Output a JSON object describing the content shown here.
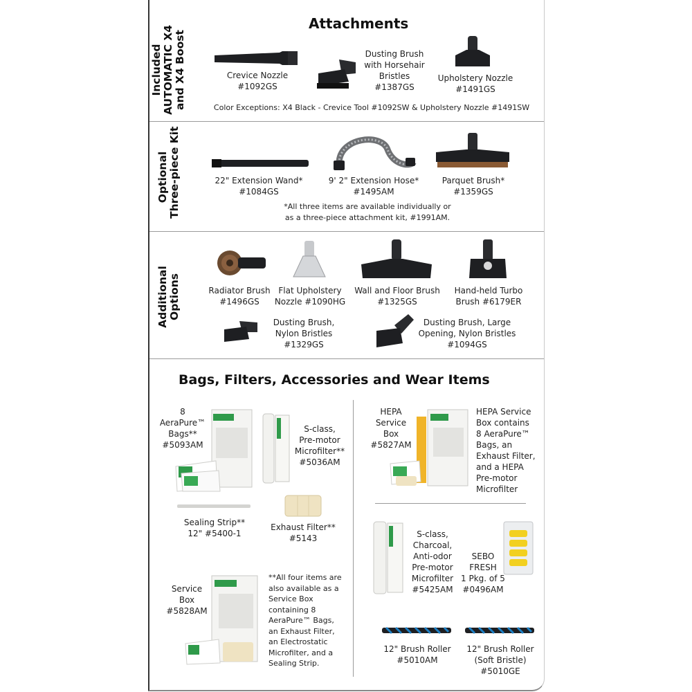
{
  "sections": {
    "included": {
      "side_lines": [
        "Included",
        "AUTOMATIC X4",
        "and X4 Boost"
      ],
      "heading": "Attachments",
      "items": [
        {
          "lines": [
            "Crevice Nozzle",
            "#1092GS"
          ]
        },
        {
          "lines": [
            "Dusting Brush",
            "with Horsehair",
            "Bristles",
            "#1387GS"
          ]
        },
        {
          "lines": [
            "Upholstery Nozzle",
            "#1491GS"
          ]
        }
      ],
      "note": "Color Exceptions: X4 Black - Crevice Tool #1092SW & Upholstery Nozzle #1491SW"
    },
    "optional": {
      "side_lines": [
        "Optional",
        "Three-piece Kit"
      ],
      "items": [
        {
          "lines": [
            "22\" Extension Wand*",
            "#1084GS"
          ]
        },
        {
          "lines": [
            "9' 2\" Extension Hose*",
            "#1495AM"
          ]
        },
        {
          "lines": [
            "Parquet Brush*",
            "#1359GS"
          ]
        }
      ],
      "note_lines": [
        "*All three items are available individually or",
        "as a three-piece attachment kit, #1991AM."
      ]
    },
    "additional": {
      "side_lines": [
        "Additional",
        "Options"
      ],
      "items": [
        {
          "lines": [
            "Radiator Brush",
            "#1496GS"
          ]
        },
        {
          "lines": [
            "Flat Upholstery",
            "Nozzle  #1090HG"
          ]
        },
        {
          "lines": [
            "Wall and Floor Brush",
            "#1325GS"
          ]
        },
        {
          "lines": [
            "Hand-held Turbo",
            "Brush  #6179ER"
          ]
        },
        {
          "lines": [
            "Dusting Brush,",
            "Nylon Bristles",
            "#1329GS"
          ]
        },
        {
          "lines": [
            "Dusting Brush, Large",
            "Opening, Nylon Bristles",
            "#1094GS"
          ]
        }
      ]
    },
    "bags": {
      "heading": "Bags, Filters, Accessories and Wear Items",
      "left_items": [
        {
          "lines": [
            "8",
            "AeraPure™",
            "Bags**",
            "#5093AM"
          ]
        },
        {
          "lines": [
            "S-class,",
            "Pre-motor",
            "Microfilter**",
            "#5036AM"
          ]
        },
        {
          "lines": [
            "Sealing Strip**",
            "12\" #5400-1"
          ]
        },
        {
          "lines": [
            "Exhaust Filter**",
            "#5143"
          ]
        },
        {
          "lines": [
            "Service",
            "Box",
            "#5828AM"
          ]
        }
      ],
      "left_note_lines": [
        "**All four items are",
        "also available as a",
        "Service Box",
        "containing 8",
        "AeraPure™ Bags,",
        "an Exhaust Filter,",
        "an Electrostatic",
        "Microfilter, and a",
        "Sealing Strip."
      ],
      "right_items": [
        {
          "lines": [
            "HEPA",
            "Service",
            "Box",
            "#5827AM"
          ]
        },
        {
          "lines": [
            "HEPA Service",
            "Box contains",
            "8 AeraPure™",
            "Bags, an",
            "Exhaust Filter,",
            "and a HEPA",
            "Pre-motor",
            "Microfilter"
          ]
        },
        {
          "lines": [
            "S-class,",
            "Charcoal,",
            "Anti-odor",
            "Pre-motor",
            "Microfilter",
            "#5425AM"
          ]
        },
        {
          "lines": [
            "SEBO",
            "FRESH",
            "1 Pkg. of 5",
            "#0496AM"
          ]
        },
        {
          "lines": [
            "12\" Brush Roller",
            "#5010AM"
          ]
        },
        {
          "lines": [
            "12\" Brush Roller",
            "(Soft Bristle)",
            "#5010GE"
          ]
        }
      ]
    }
  },
  "colors": {
    "accent_green": "#2f9a4a",
    "roller_blue": "#1c7fc4",
    "tool_black": "#1e1f22",
    "filter_cream": "#efe3c2",
    "separator": "#9a9a9a"
  }
}
